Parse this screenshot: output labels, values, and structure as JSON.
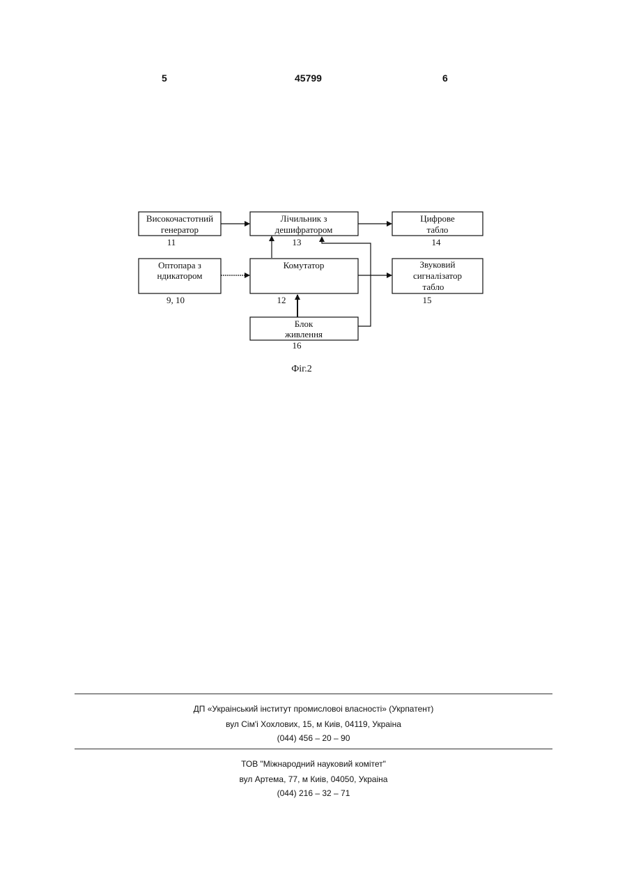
{
  "header": {
    "page_left": "5",
    "patent_number": "45799",
    "page_right": "6"
  },
  "diagram": {
    "blocks": [
      {
        "id": "generator",
        "lines": [
          "Високочастотний",
          "генератор"
        ],
        "number": "11"
      },
      {
        "id": "counter",
        "lines": [
          "Лічильник з",
          "дешифратором"
        ],
        "number": "13"
      },
      {
        "id": "display",
        "lines": [
          "Цифрове",
          "табло"
        ],
        "number": "14"
      },
      {
        "id": "optocoupler",
        "lines": [
          "Оптопара з",
          "ндикатором"
        ],
        "number": "9, 10"
      },
      {
        "id": "commutator",
        "lines": [
          "Комутатор"
        ],
        "number": "12"
      },
      {
        "id": "sound",
        "lines": [
          "Звуковий",
          "сигналізатор",
          "табло"
        ],
        "number": "15"
      },
      {
        "id": "power",
        "lines": [
          "Блок",
          "живлення"
        ],
        "number": "16"
      }
    ],
    "caption": "Фіг.2"
  },
  "footer": {
    "org1": {
      "name": "ДП «Украінський інститут промисловоі власності» (Укрпатент)",
      "address": "вул  Сім'і Хохлових, 15, м  Киів, 04119, Украіна",
      "phone": "(044) 456 – 20 –  90"
    },
    "org2": {
      "name": "ТОВ \"Міжнародний науковий комітет\"",
      "address": "вул  Артема, 77, м  Киів, 04050, Украіна",
      "phone": "(044) 216 – 32 – 71"
    }
  }
}
